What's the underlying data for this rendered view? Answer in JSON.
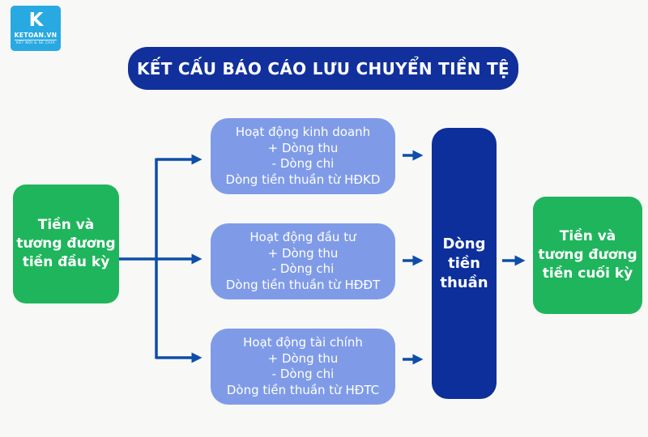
{
  "colors": {
    "background": "#F8F8F6",
    "logo_cyan": "#29A9E1",
    "title_navy": "#12309C",
    "net_box_navy": "#0D2F9C",
    "activity_blue": "#7F9BE8",
    "green": "#1FB55C",
    "arrow_blue": "#0D4EA8"
  },
  "logo": {
    "mark": "K",
    "name": "KETOAN.VN",
    "tagline": "KẾT NỐI & SẺ CHIA"
  },
  "title": "KẾT CẤU BÁO CÁO LƯU CHUYỂN TIỀN TỆ",
  "diagram": {
    "start_box": {
      "lines": [
        "Tiền và",
        "tương đương",
        "tiền đầu kỳ"
      ]
    },
    "activities": [
      {
        "name": "Hoạt động kinh doanh",
        "inflow": "+ Dòng thu",
        "outflow": "- Dòng chi",
        "net": "Dòng tiền thuần từ HĐKD"
      },
      {
        "name": "Hoạt động đầu tư",
        "inflow": "+ Dòng thu",
        "outflow": "- Dòng chi",
        "net": "Dòng tiền thuần từ HĐĐT"
      },
      {
        "name": "Hoạt động tài chính",
        "inflow": "+ Dòng thu",
        "outflow": "- Dòng chi",
        "net": "Dòng tiền thuần từ HĐTC"
      }
    ],
    "net_box": {
      "lines": [
        "Dòng",
        "tiền",
        "thuần"
      ]
    },
    "end_box": {
      "lines": [
        "Tiền và",
        "tương đương",
        "tiền cuối kỳ"
      ]
    }
  }
}
